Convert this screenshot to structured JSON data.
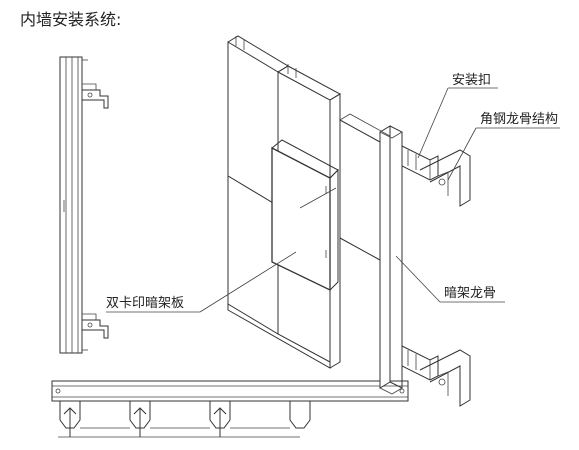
{
  "title": "内墙安装系统:",
  "labels": {
    "mount_clip": "安装扣",
    "angle_steel": "角钢龙骨结构",
    "double_clip_board": "双卡印暗架板",
    "hidden_keel": "暗架龙骨"
  }
}
